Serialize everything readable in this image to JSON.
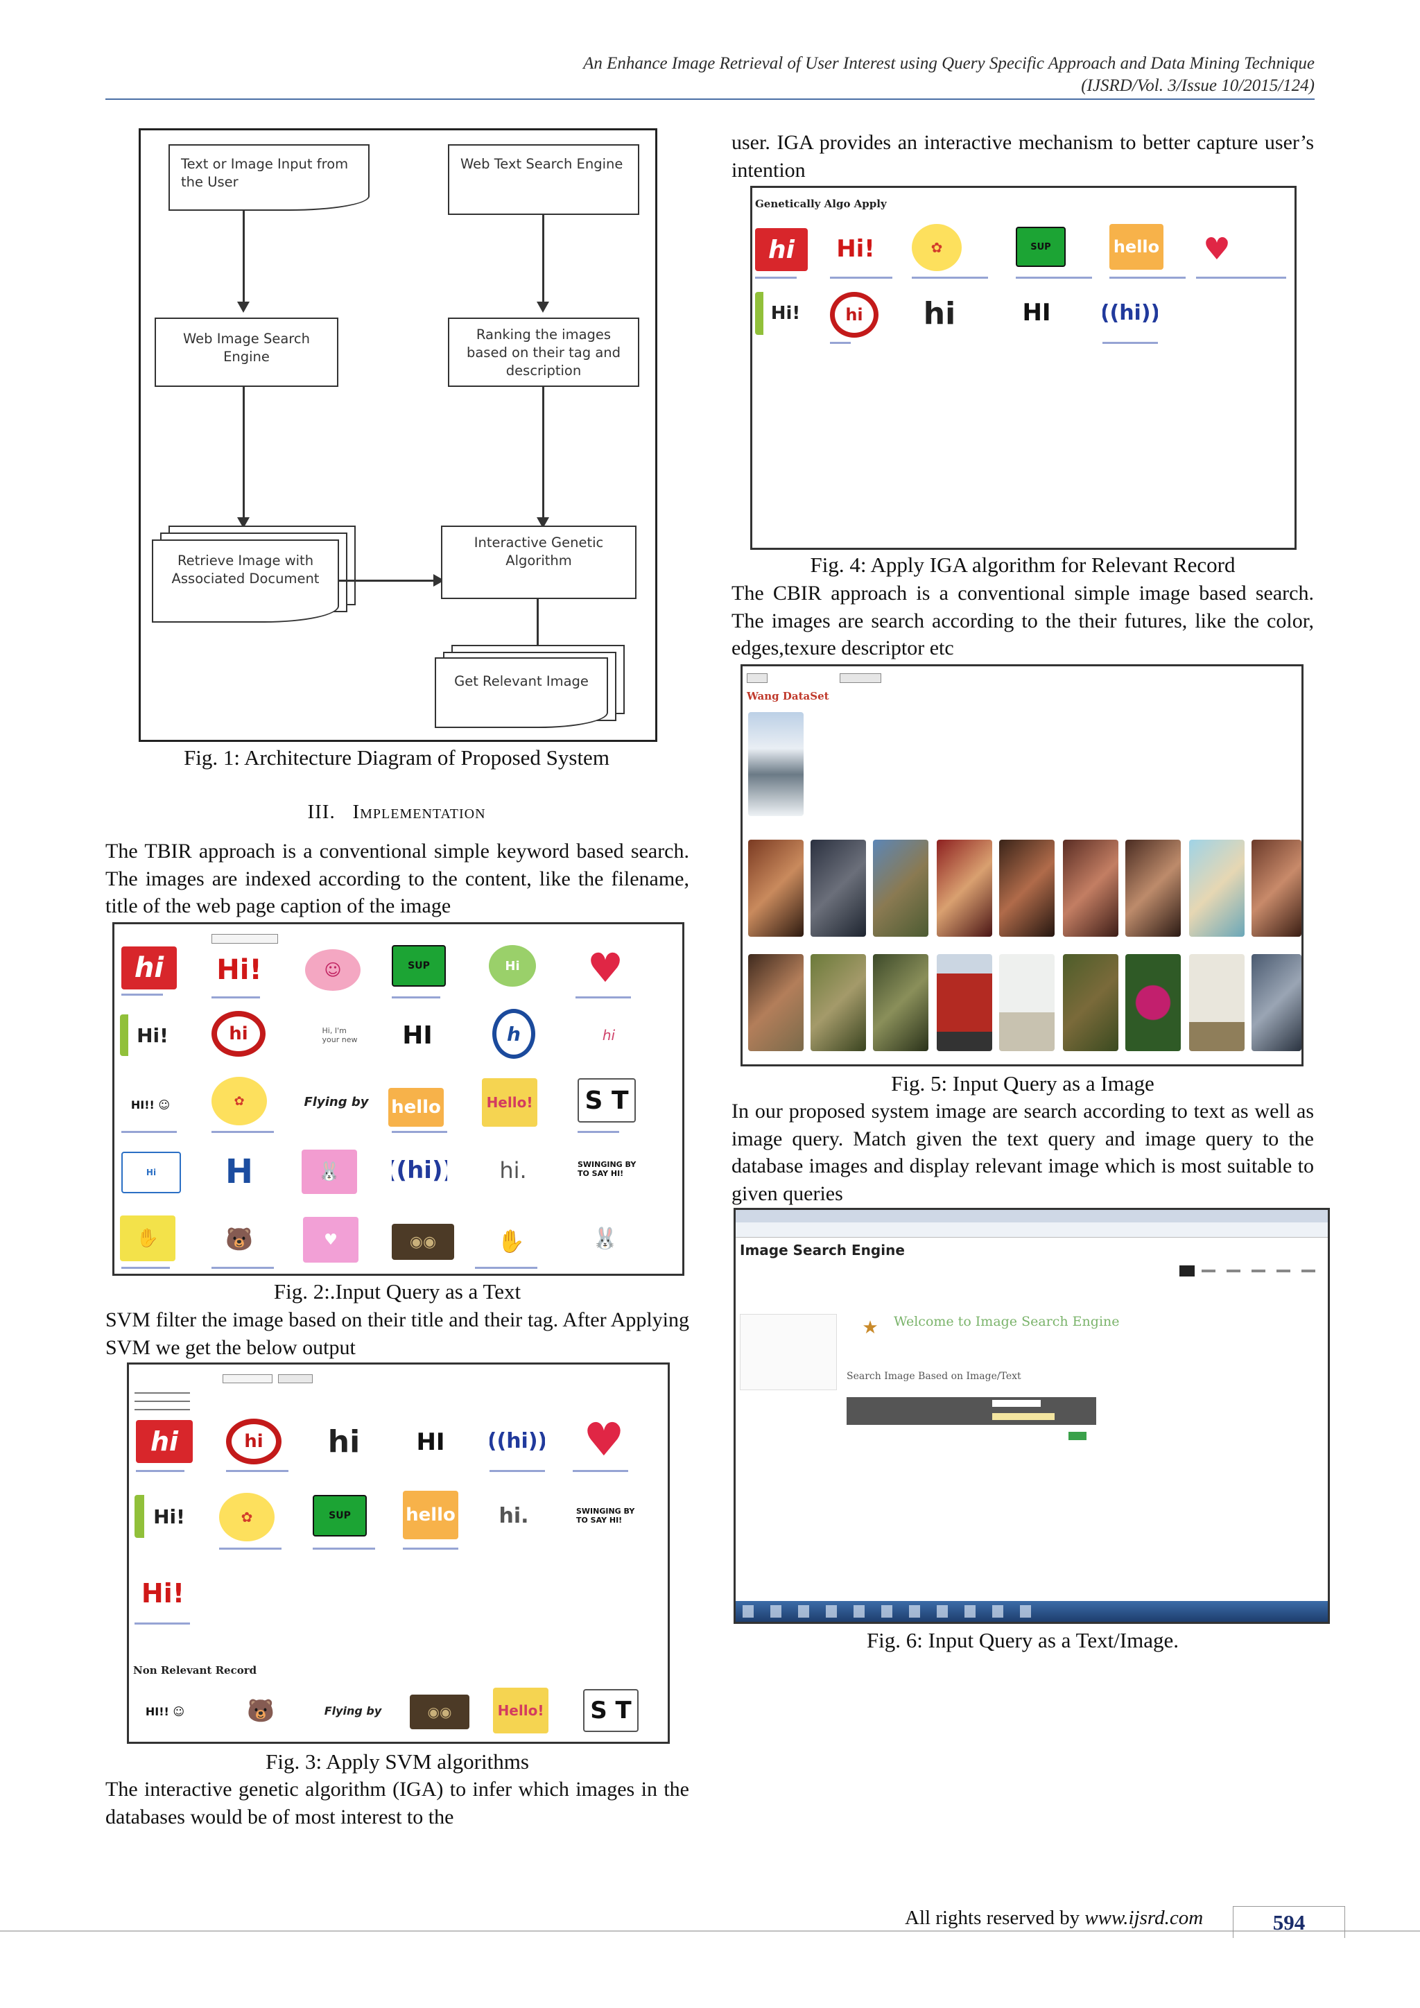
{
  "header": {
    "title": "An Enhance Image Retrieval of User Interest using Query Specific Approach and Data Mining Technique",
    "journal": "(IJSRD/Vol. 3/Issue 10/2015/124)"
  },
  "figure1": {
    "boxes": {
      "input": "Text or Image Input from the User",
      "text_search": "Web Text Search Engine",
      "image_search": "Web Image Search Engine",
      "ranking": "Ranking the images based on their tag and description",
      "retrieve": "Retrieve Image with Associated Document",
      "iga": "Interactive Genetic Algorithm",
      "relevant": "Get Relevant Image"
    },
    "caption": "Fig. 1: Architecture Diagram of Proposed System"
  },
  "section": {
    "number": "III.",
    "title": "Implementation"
  },
  "paragraphs": {
    "tbir": "The TBIR approach is a conventional simple keyword based search. The images are indexed according to the content, like the filename, title of the web page caption of the image",
    "svm": "SVM filter the image based on their title and their tag. After Applying SVM we get the below output",
    "iga_intro": "The interactive genetic algorithm (IGA) to infer which images in the databases would be of most interest to the",
    "iga_cont": "user. IGA provides an interactive mechanism to better capture user’s intention",
    "cbir": "The CBIR approach is a conventional simple image based search. The images are search according to the their futures, like the color, edges,texure descriptor etc",
    "proposed": "In our proposed system image are search according to text as well as image query. Match given the text query and image query to the database images and display relevant image which is most suitable to given queries"
  },
  "captions": {
    "fig2": "Fig. 2:.Input Query as a Text",
    "fig3": "Fig. 3: Apply SVM algorithms",
    "fig4": "Fig. 4: Apply IGA algorithm for Relevant Record",
    "fig5": "Fig. 5: Input Query as a Image",
    "fig6": "Fig. 6: Input Query as a Text/Image."
  },
  "screenshots": {
    "fig3_section": "Non Relevant Record",
    "fig4_heading": "Genetically Algo Apply",
    "fig5_heading": "Wang DataSet",
    "fig6_title": "Image Search Engine",
    "fig6_welcome": "Welcome to Image Search Engine",
    "fig6_search_label": "Search Image Based on Image/Text"
  },
  "footer": {
    "rights": "All rights reserved by",
    "site": "www.ijsrd.com",
    "page": "594"
  },
  "colors": {
    "rule": "#4a6fa5",
    "page_number": "#1a2d6b"
  }
}
